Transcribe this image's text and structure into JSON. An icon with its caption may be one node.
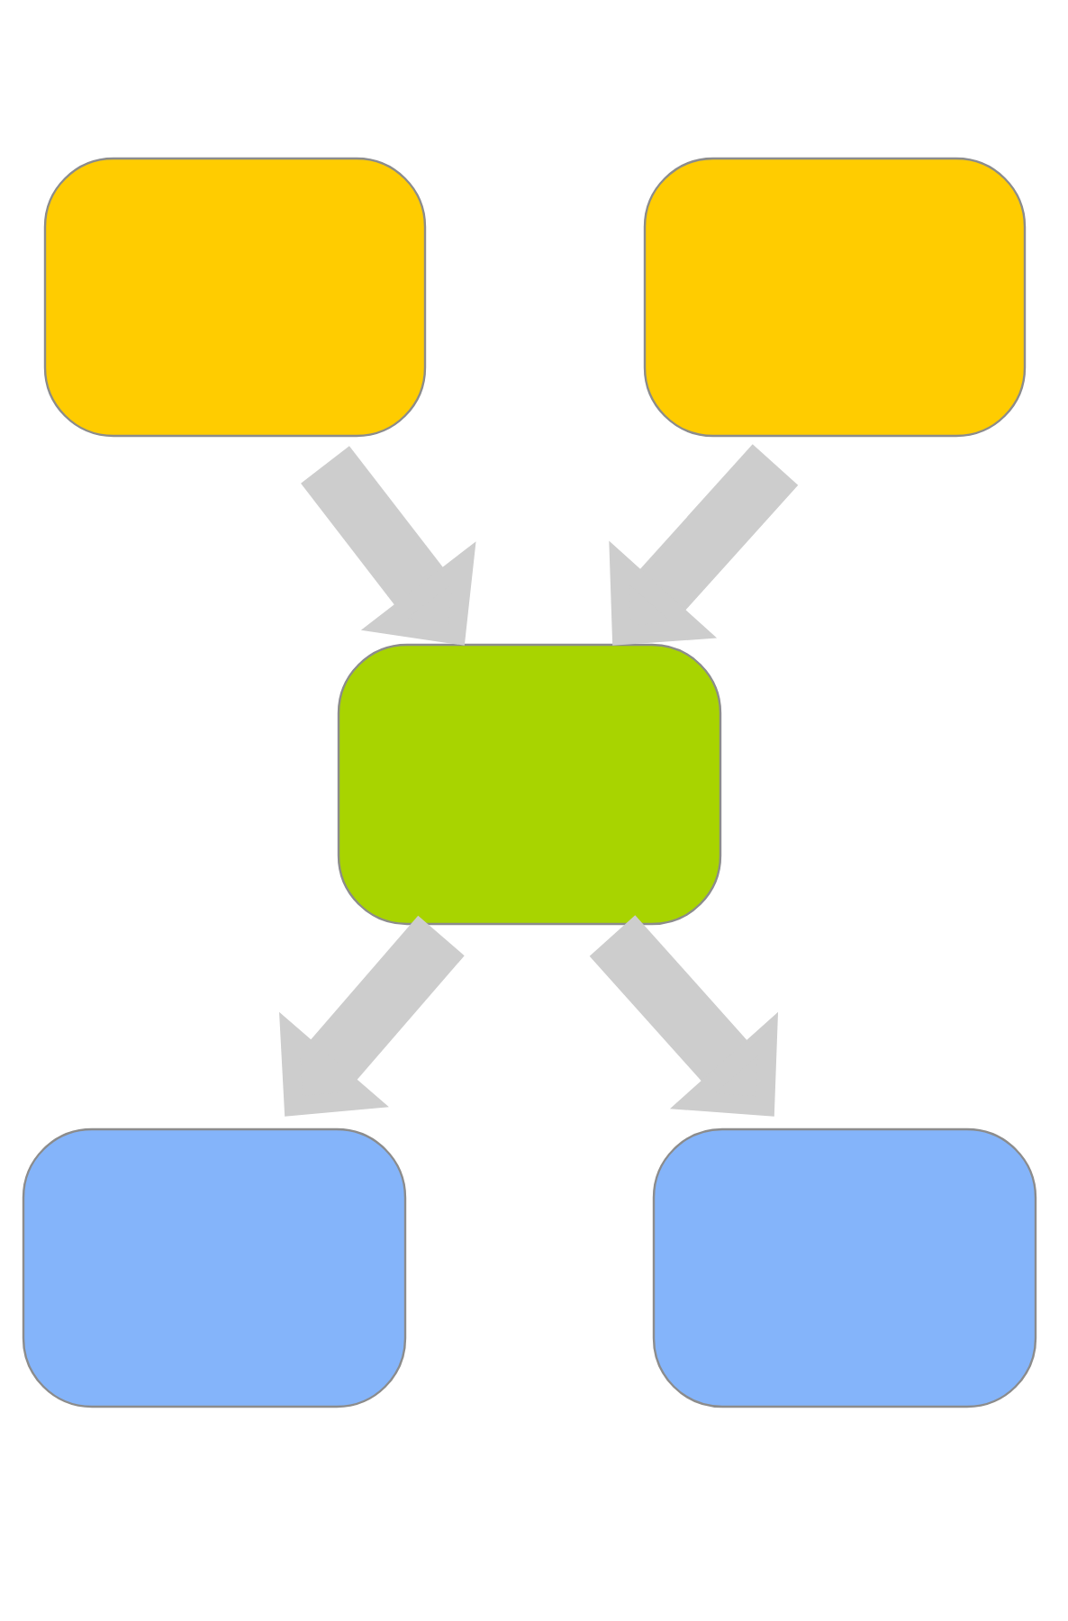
{
  "diagram": {
    "nodes": [
      {
        "text": [],
        "shape": "box"
      },
      {
        "text": [],
        "shape": "box"
      },
      {
        "text": [],
        "shape": "box"
      },
      {
        "text": [],
        "shape": "box"
      },
      {
        "text": [],
        "shape": "box"
      }
    ],
    "edges": [
      {
        "from": 0,
        "to": 2,
        "arrow": "to"
      },
      {
        "from": 1,
        "to": 2,
        "arrow": "to"
      },
      {
        "from": 2,
        "to": 3,
        "arrow": "to"
      },
      {
        "from": 2,
        "to": 4,
        "arrow": "to"
      }
    ]
  }
}
